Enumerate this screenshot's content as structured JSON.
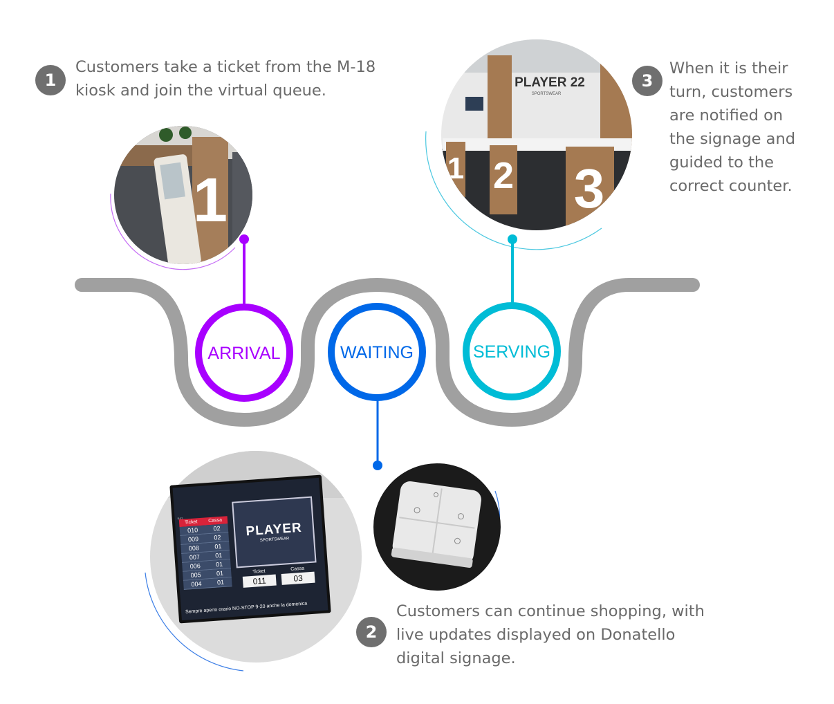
{
  "colors": {
    "path": "#a0a0a0",
    "arrival": "#a800ff",
    "waiting": "#0068e8",
    "serving": "#00bcd6",
    "text": "#6a6a6a",
    "badge": "#6f6f6f"
  },
  "steps": [
    {
      "number": "1",
      "text": "Customers take a ticket from the M-18 kiosk and join the virtual queue."
    },
    {
      "number": "2",
      "text": "Customers can continue shopping, with live updates displayed on Donatello digital signage."
    },
    {
      "number": "3",
      "text": "When it is their turn, customers are notified on the signage and guided to the correct counter."
    }
  ],
  "stages": {
    "arrival": "ARRIVAL",
    "waiting": "WAITING",
    "serving": "SERVING"
  },
  "signage": {
    "status": "9:41",
    "col_ticket": "Ticket",
    "col_cassa": "Cassa",
    "rows": [
      [
        "010",
        "02"
      ],
      [
        "009",
        "02"
      ],
      [
        "008",
        "01"
      ],
      [
        "007",
        "01"
      ],
      [
        "006",
        "01"
      ],
      [
        "005",
        "01"
      ],
      [
        "004",
        "01"
      ]
    ],
    "brand": "PLAYER",
    "brand_sub": "SPORTSWEAR",
    "current_ticket_label": "Ticket",
    "current_ticket": "011",
    "current_cassa_label": "Cassa",
    "current_cassa": "03",
    "ticker": "Sempre aperto orario NO-STOP 9-20 anche la domenica"
  },
  "counter_photo": {
    "brand": "PLAYER 22",
    "brand_sub": "SPORTSWEAR",
    "counters": [
      "1",
      "2",
      "3"
    ]
  },
  "kiosk_photo": {
    "counter": "1"
  }
}
